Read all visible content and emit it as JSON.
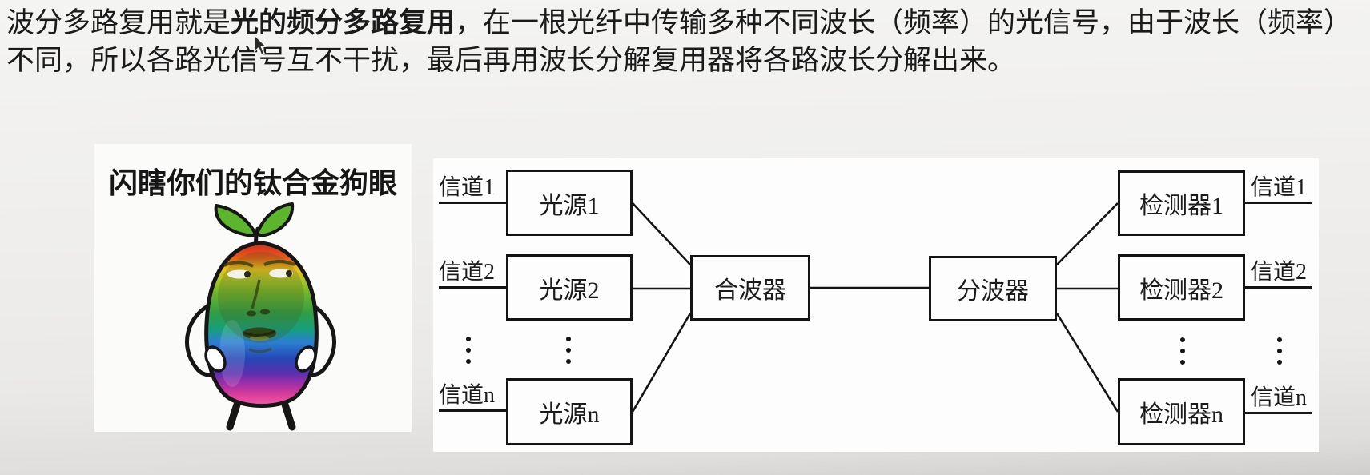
{
  "intro": {
    "line1_pre": "波分多路复用就是",
    "line1_bold": "光的频分多路复用",
    "line1_rest": "，在一根光纤中传输多种不同波长（频率）的光信号，由于波长（频率）",
    "line2": "不同，所以各路光信号互不干扰，最后再用波长分解复用器将各路波长分解出来。"
  },
  "meme": {
    "caption": "闪瞎你们的钛合金狗眼"
  },
  "diagram": {
    "channels_left": [
      "信道1",
      "信道2",
      "信道n"
    ],
    "sources": [
      "光源1",
      "光源2",
      "光源n"
    ],
    "combiner": "合波器",
    "splitter": "分波器",
    "detectors": [
      "检测器1",
      "检测器2",
      "检测器n"
    ],
    "channels_right": [
      "信道1",
      "信道2",
      "信道n"
    ],
    "ellipsis": "⋮"
  },
  "colors": {
    "ink": "#141414",
    "panel_bg": "#fdfdfd",
    "page_bg": "#eeedeb",
    "leaf_green": "#5cb52c",
    "rainbow": [
      "#d8291c",
      "#e55a1b",
      "#ecc31e",
      "#6fb32b",
      "#2f9e45",
      "#169f7d",
      "#2a7fd2",
      "#2647b5",
      "#8c2fa8",
      "#e03f98",
      "#ef5fae"
    ]
  }
}
